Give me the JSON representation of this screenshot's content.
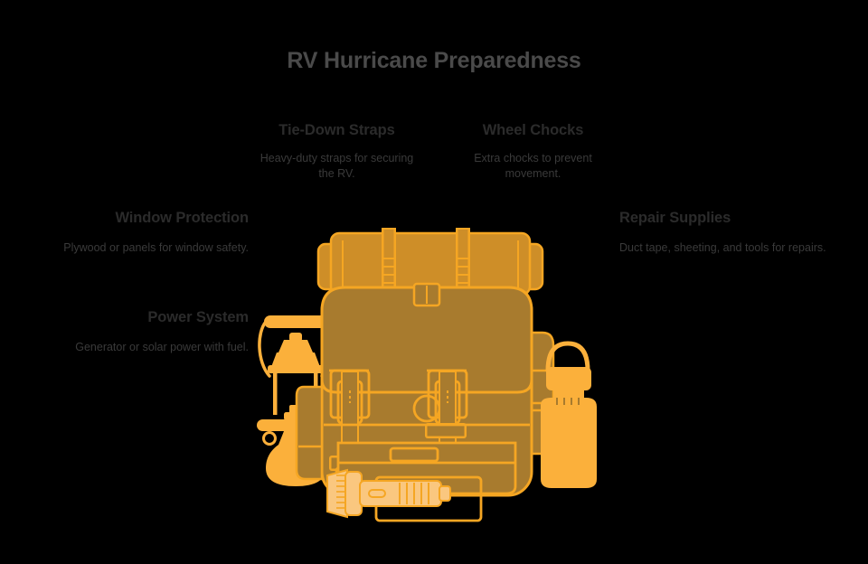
{
  "page": {
    "title": "RV Hurricane Preparedness",
    "background_color": "#000000",
    "title_color": "#4a4a4a"
  },
  "palette": {
    "bright_orange": "#fbb03b",
    "mid_amber": "#f5a623",
    "dark_amber": "#ce8e28",
    "brown_amber": "#a87b2e",
    "light_peach": "#fac77f",
    "heading_text": "#2b2b2b",
    "body_text": "#3a3a3a"
  },
  "callouts": [
    {
      "id": "tie-down-straps",
      "title": "Tie-Down Straps",
      "description": "Heavy-duty straps for securing the RV.",
      "align": "center",
      "position": "top-left-center"
    },
    {
      "id": "wheel-chocks",
      "title": "Wheel Chocks",
      "description": "Extra chocks to prevent movement.",
      "align": "center",
      "position": "top-right-center"
    },
    {
      "id": "window-protection",
      "title": "Window Protection",
      "description": "Plywood or panels for window safety.",
      "align": "right",
      "position": "left-upper"
    },
    {
      "id": "power-system",
      "title": "Power System",
      "description": "Generator or solar power with fuel.",
      "align": "right",
      "position": "left-lower"
    },
    {
      "id": "repair-supplies",
      "title": "Repair Supplies",
      "description": "Duct tape, sheeting, and tools for repairs.",
      "align": "left",
      "position": "right-upper"
    }
  ],
  "illustration": {
    "name": "backpack-with-gear-illustration",
    "items": [
      "backpack-icon",
      "bedroll-icon",
      "oil-lantern-icon",
      "water-bottle-icon",
      "flashlight-icon"
    ]
  }
}
